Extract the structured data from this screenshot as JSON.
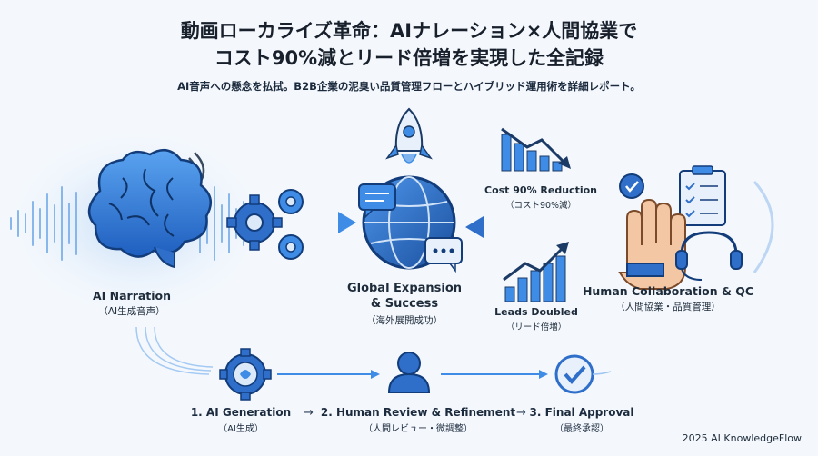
{
  "title": {
    "line1": "動画ローカライズ革命：AIナレーション×人間協業で",
    "line2": "コスト90%減とリード倍増を実現した全記録"
  },
  "subtitle": "AI音声への懸念を払拭。B2B企業の泥臭い品質管理フローとハイブリッド運用術を詳細レポート。",
  "ai": {
    "label": "AI Narration",
    "sub": "（AI生成音声）"
  },
  "global": {
    "label1": "Global Expansion",
    "label2": "& Success",
    "sub": "（海外展開成功）"
  },
  "human": {
    "label": "Human Collaboration & QC",
    "sub": "（人間協業・品質管理）"
  },
  "cost": {
    "label": "Cost 90% Reduction",
    "sub": "（コスト90%減）"
  },
  "leads": {
    "label": "Leads Doubled",
    "sub": "（リード倍増）"
  },
  "steps": [
    {
      "label": "1. AI Generation",
      "sub": "（AI生成）"
    },
    {
      "label": "2. Human Review & Refinement",
      "sub": "（人間レビュー・微調整）"
    },
    {
      "label": "3. Final Approval",
      "sub": "（最終承認）"
    }
  ],
  "step_arrow": "→",
  "footer": "2025 AI KnowledgeFlow",
  "colors": {
    "primary": "#1f5fbf",
    "accent": "#3f8ce6",
    "light": "#cfe2f7",
    "skin": "#f3c7a3"
  }
}
